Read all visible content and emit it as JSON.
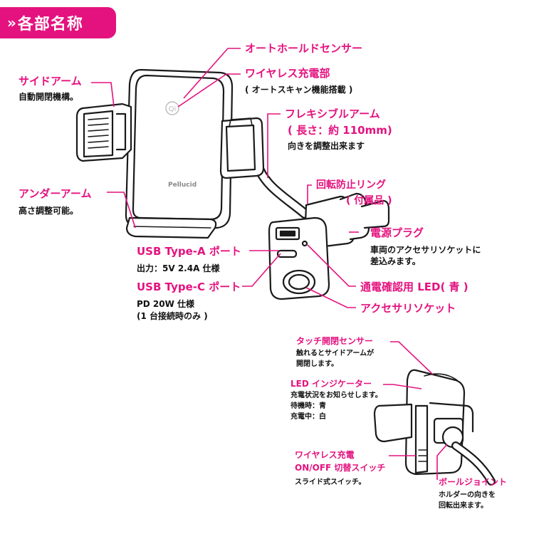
{
  "header": {
    "chevron": "»",
    "title": "各部名称"
  },
  "product": {
    "brand": "Pellucid"
  },
  "labels": {
    "auto_hold": "オートホールドセンサー",
    "wireless": "ワイヤレス充電部",
    "wireless_desc": "( オートスキャン機能搭載 )",
    "side_arm": "サイドアーム",
    "side_arm_desc": "自動開閉機構。",
    "flexible_line1": "フレキシブルアーム",
    "flexible_line2": "( 長さ：約 110mm)",
    "flexible_desc": "向きを調整出来ます",
    "under_arm": "アンダーアーム",
    "under_arm_desc": "高さ調整可能。",
    "ring_line1": "回転防止リング",
    "ring_line2": "( 付属品 )",
    "plug": "電源プラグ",
    "plug_desc1": "車両のアクセサリソケットに",
    "plug_desc2": "差込みます。",
    "usb_a": "USB Type-A ポート",
    "usb_a_desc": "出力：5V 2.4A 仕様",
    "usb_c": "USB Type-C ポート",
    "usb_c_desc1": "PD 20W 仕様",
    "usb_c_desc2": "(1 台接続時のみ )",
    "led_confirm": "通電確認用 LED( 青 )",
    "acc_socket": "アクセサリソケット",
    "touch": "タッチ開閉センサー",
    "touch_desc1": "触れるとサイドアームが",
    "touch_desc2": "開閉します。",
    "led_ind": "LED インジケーター",
    "led_ind_desc1": "充電状況をお知らせします。",
    "led_ind_desc2": "待機時：青",
    "led_ind_desc3": "充電中：白",
    "wl_switch_line1": "ワイヤレス充電",
    "wl_switch_line2": "ON/OFF 切替スイッチ",
    "wl_switch_desc": "スライド式スイッチ。",
    "ball_joint": "ボールジョイント",
    "ball_desc1": "ホルダーの向きを",
    "ball_desc2": "回転出来ます。"
  },
  "colors": {
    "accent": "#e4127f",
    "line": "#1a1a1a",
    "leader": "#e4127f"
  }
}
